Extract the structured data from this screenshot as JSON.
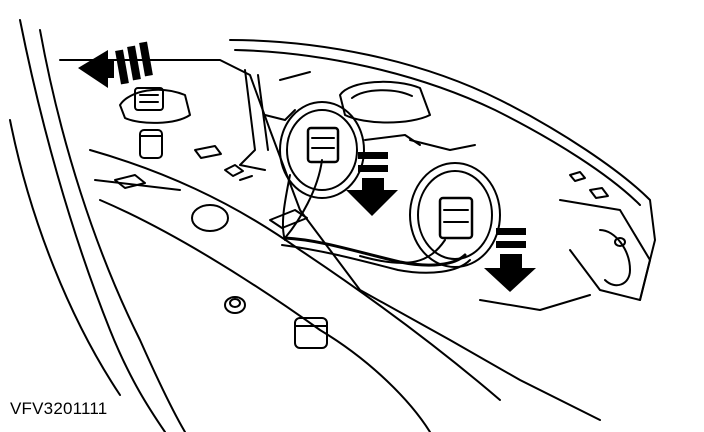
{
  "figure": {
    "id_label": "VFV3201111",
    "colors": {
      "line": "#000000",
      "background": "#ffffff"
    },
    "callouts": [
      {
        "name": "arrow-up-left",
        "direction": "up-left"
      },
      {
        "name": "arrow-down-left-bulb",
        "direction": "down"
      },
      {
        "name": "arrow-down-right-bulb",
        "direction": "down"
      }
    ]
  }
}
